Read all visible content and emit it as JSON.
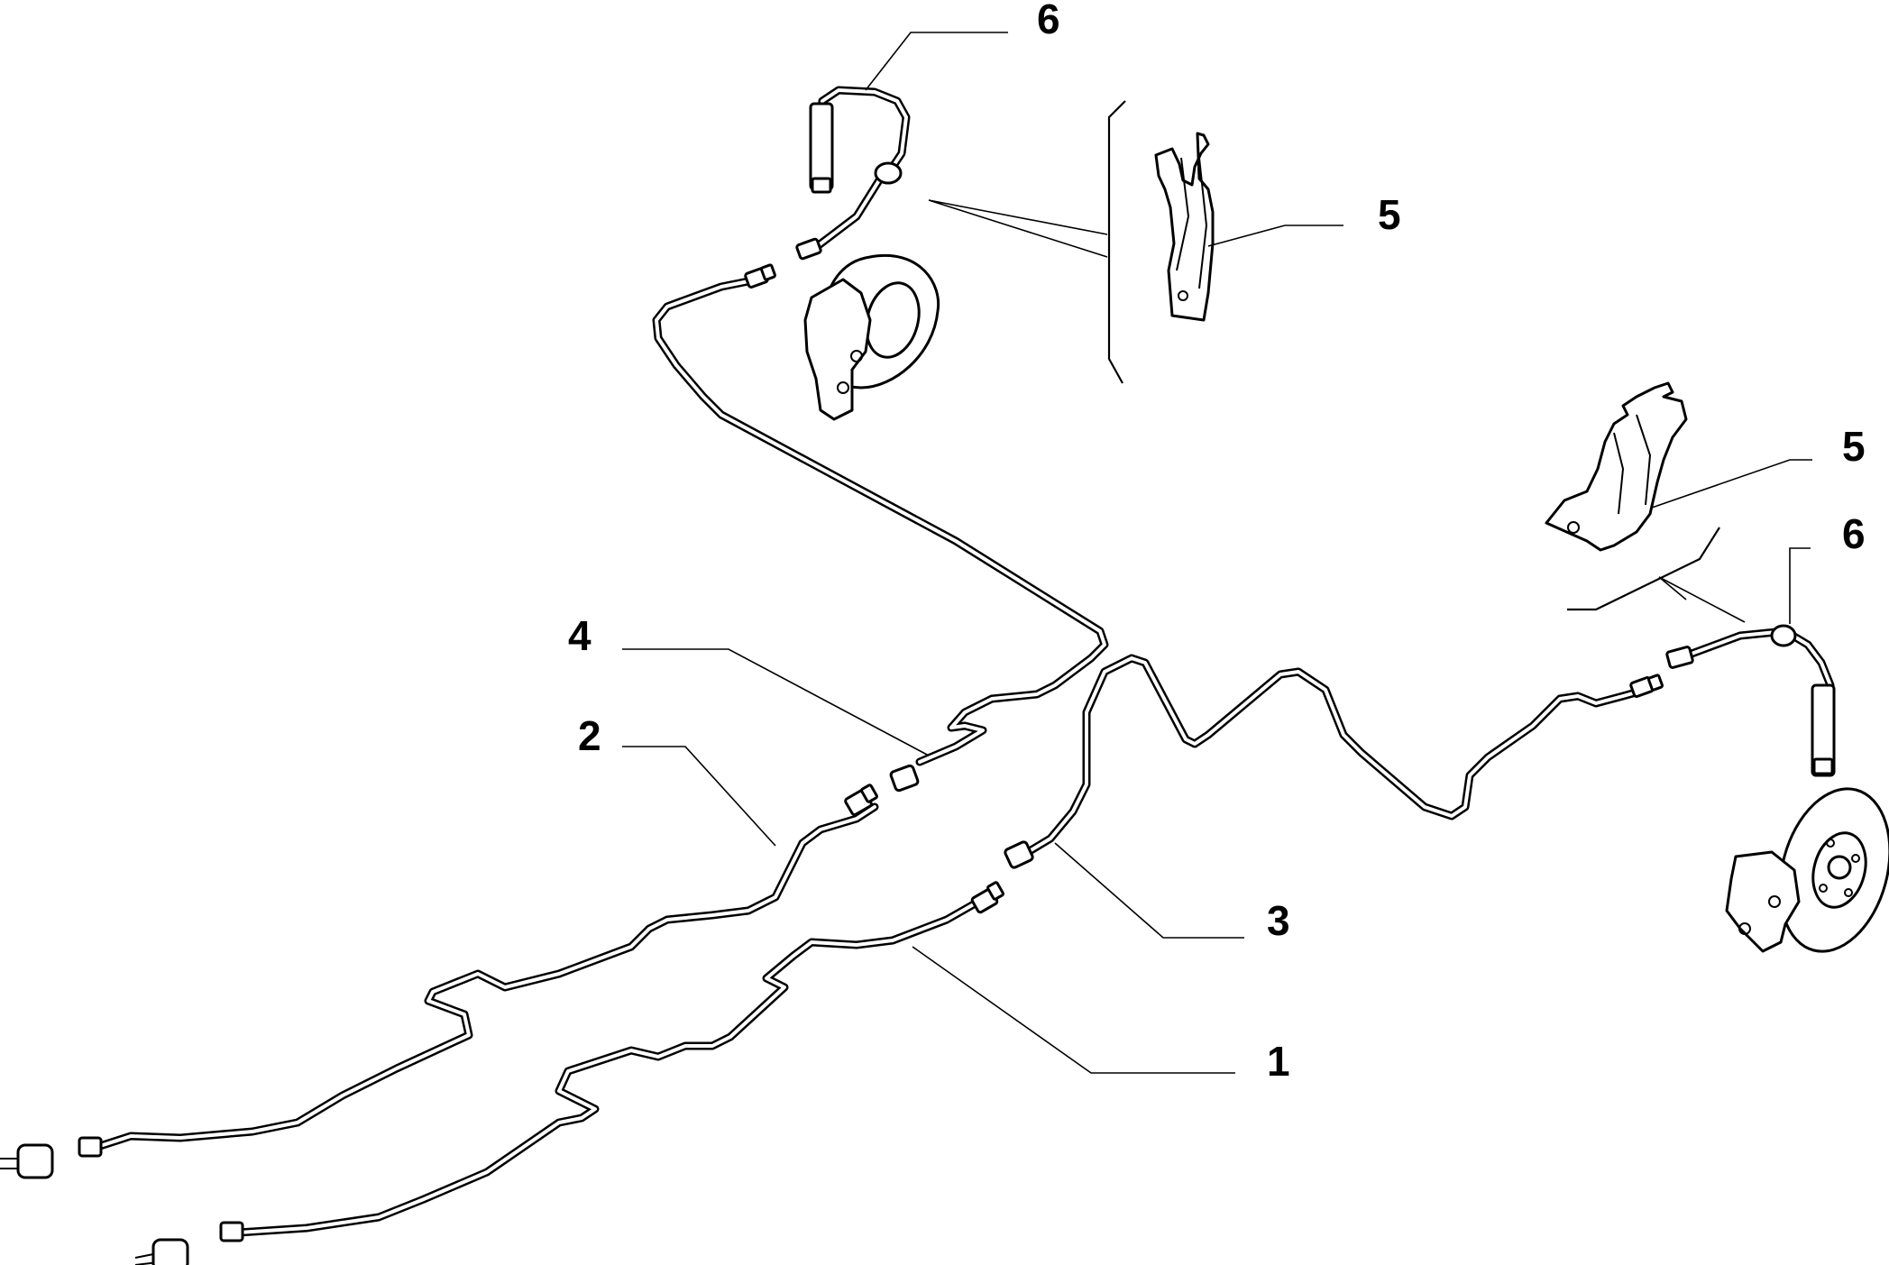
{
  "diagram": {
    "callouts": {
      "c1": "1",
      "c2": "2",
      "c3": "3",
      "c4": "4",
      "c5_top": "5",
      "c5_right": "5",
      "c6_top": "6",
      "c6_right": "6"
    }
  }
}
